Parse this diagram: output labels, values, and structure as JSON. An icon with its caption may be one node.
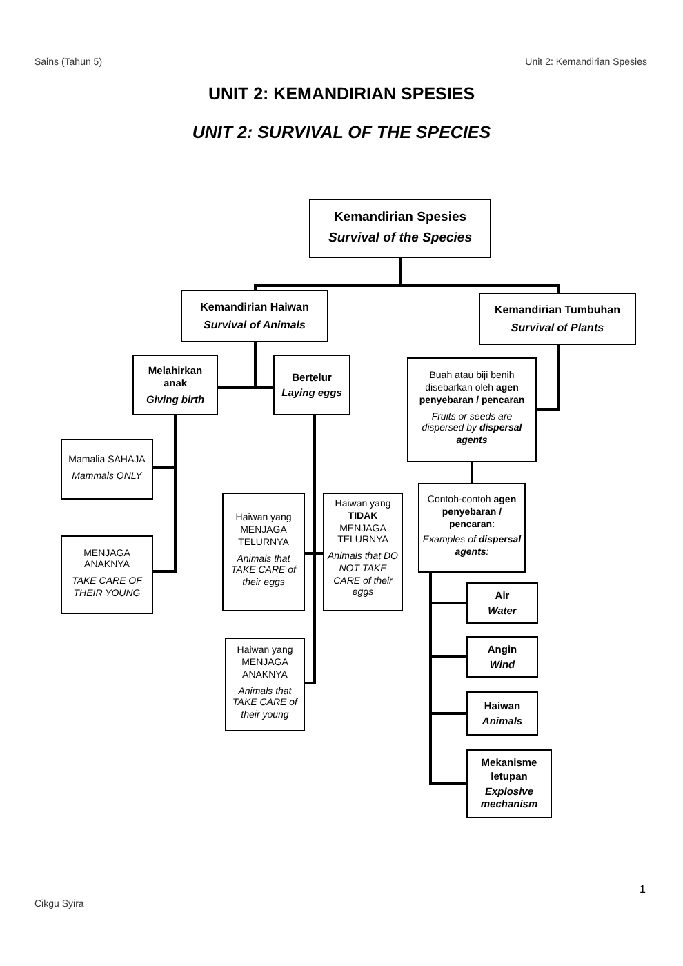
{
  "diagram": {
    "title": "UNIT 2: KEMANDIRIAN SPESIES",
    "nodes": [
      {
        "text": [
          "Kemandirian Spesies",
          "Survival of the Species"
        ]
      },
      {
        "text": [
          "Kemandirian Haiwan",
          "Survival of Animals"
        ]
      },
      {
        "text": [
          "Kemandirian Tumbuhan",
          "Survival of Plants"
        ]
      },
      {
        "text": [
          "Melahirkan anak",
          "Giving birth"
        ]
      },
      {
        "text": [
          "Bertelur",
          "Laying eggs"
        ]
      },
      {
        "text": [
          "Buah atau biji benih disebarkan oleh **agen penyebaran / pencaran**",
          "Fruits or seeds are dispersed by **dispersal agents**"
        ]
      },
      {
        "text": [
          "Mamalia SAHAJA",
          "Mammals ONLY"
        ]
      },
      {
        "text": [
          "MENJAGA ANAKNYA",
          "TAKE CARE OF THEIR YOUNG"
        ]
      },
      {
        "text": [
          "Haiwan yang MENJAGA TELURNYA",
          "Animals that TAKE CARE of their eggs"
        ]
      },
      {
        "text": [
          "Haiwan yang **TIDAK** MENJAGA TELURNYA",
          "Animals that DO NOT TAKE CARE of their eggs"
        ]
      },
      {
        "text": [
          "Contoh-contoh **agen penyebaran / pencaran**:",
          "Examples of **dispersal agents**:"
        ]
      },
      {
        "text": [
          "Haiwan yang MENJAGA ANAKNYA",
          "Animals that TAKE CARE of their young"
        ]
      },
      {
        "text": [
          "Air",
          "Water"
        ]
      },
      {
        "text": [
          "Angin",
          "Wind"
        ]
      },
      {
        "text": [
          "Haiwan",
          "Animals"
        ]
      },
      {
        "text": [
          "Mekanisme letupan",
          "Explosive mechanism"
        ]
      }
    ],
    "edges": [
      {
        "from": 0,
        "to": 1,
        "arrow": "none"
      },
      {
        "from": 0,
        "to": 2,
        "arrow": "none"
      },
      {
        "from": 1,
        "to": 3,
        "arrow": "none"
      },
      {
        "from": 1,
        "to": 4,
        "arrow": "none"
      },
      {
        "from": 2,
        "to": 5,
        "arrow": "none"
      },
      {
        "from": 3,
        "to": 6,
        "arrow": "none"
      },
      {
        "from": 3,
        "to": 7,
        "arrow": "none"
      },
      {
        "from": 4,
        "to": 8,
        "arrow": "none"
      },
      {
        "from": 4,
        "to": 9,
        "arrow": "none"
      },
      {
        "from": 4,
        "to": 11,
        "arrow": "none"
      },
      {
        "from": 5,
        "to": 10,
        "arrow": "none"
      },
      {
        "from": 10,
        "to": 12,
        "arrow": "none"
      },
      {
        "from": 10,
        "to": 13,
        "arrow": "none"
      },
      {
        "from": 10,
        "to": 14,
        "arrow": "none"
      },
      {
        "from": 10,
        "to": 15,
        "arrow": "none"
      }
    ],
    "labels": [
      "Sains (Tahun 5)",
      "Unit 2: Kemandirian Spesies",
      "UNIT 2: SURVIVAL OF THE SPECIES",
      "1",
      "Cikgu Syira"
    ]
  }
}
